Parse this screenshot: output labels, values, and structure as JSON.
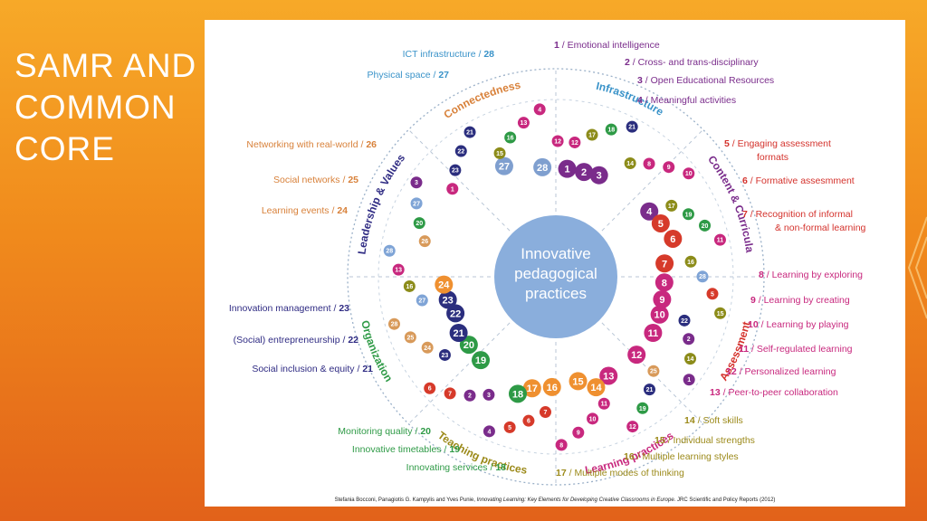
{
  "slide": {
    "title_lines": [
      "SAMR AND",
      "COMMON",
      "CORE"
    ]
  },
  "center": {
    "lines": [
      "Innovative",
      "pedagogical",
      "practices"
    ]
  },
  "colors": {
    "infrastructure": "#3a93c9",
    "content": "#7a2c8b",
    "assessment": "#d4322c",
    "learning": "#c8287e",
    "teaching": "#9c8a1a",
    "organization": "#2e9a46",
    "leadership": "#2f2b83",
    "connectedness": "#d8813a",
    "hub": "#8aaedc",
    "marker_orange": "#ef9030",
    "marker_purple": "#7a2c8b",
    "marker_magenta": "#c8287e",
    "marker_red": "#d63a2a",
    "marker_navy": "#2b2e7e",
    "marker_olive": "#8c8c1a",
    "marker_green": "#2e9a46",
    "marker_teal": "#1fa89a",
    "marker_blue": "#7f9fcf",
    "marker_light_blue": "#7fa4d6",
    "marker_tan": "#d89a5a"
  },
  "sectors": [
    {
      "name": "Infrastructure",
      "color_key": "infrastructure",
      "items": [
        {
          "n": "28",
          "label": "ICT infrastructure / "
        },
        {
          "n": "27",
          "label": "Physical space / "
        }
      ]
    },
    {
      "name": "Content & Curricula",
      "color_key": "content",
      "items": [
        {
          "n": "1",
          "label": " / Emotional intelligence"
        },
        {
          "n": "2",
          "label": " / Cross- and trans-disciplinary"
        },
        {
          "n": "3",
          "label": " / Open Educational Resources"
        },
        {
          "n": "4",
          "label": " / Meaningful activities"
        }
      ]
    },
    {
      "name": "Assessment",
      "color_key": "assessment",
      "items": [
        {
          "n": "5",
          "label": " / Engaging assessment",
          "label2": "formats"
        },
        {
          "n": "6",
          "label": " / Formative assesmment"
        },
        {
          "n": "7",
          "label": " / Recognition of informal",
          "label2": "& non-formal learning"
        }
      ]
    },
    {
      "name": "Learning practices",
      "color_key": "learning",
      "items": [
        {
          "n": "8",
          "label": " / Learning by exploring"
        },
        {
          "n": "9",
          "label": " / Learning by creating"
        },
        {
          "n": "10",
          "label": " / Learning by playing"
        },
        {
          "n": "11",
          "label": " / Self-regulated learning"
        },
        {
          "n": "12",
          "label": " / Personalized learning"
        },
        {
          "n": "13",
          "label": " / Peer-to-peer collaboration"
        }
      ]
    },
    {
      "name": "Teaching practices",
      "color_key": "teaching",
      "items": [
        {
          "n": "14",
          "label": " / Soft skills"
        },
        {
          "n": "15",
          "label": " / Individual strengths"
        },
        {
          "n": "16",
          "label": " / Multiple learning styles"
        },
        {
          "n": "17",
          "label": " / Multiple modes of thinking"
        }
      ]
    },
    {
      "name": "Organization",
      "color_key": "organization",
      "items": [
        {
          "n": "20",
          "label": "Monitoring quality / "
        },
        {
          "n": "19",
          "label": "Innovative timetables / "
        },
        {
          "n": "18",
          "label": "Innovating services / "
        }
      ]
    },
    {
      "name": "Leadership & Values",
      "color_key": "leadership",
      "items": [
        {
          "n": "23",
          "label": "Innovation management / "
        },
        {
          "n": "22",
          "label": "(Social) entrepreneurship / "
        },
        {
          "n": "21",
          "label": "Social inclusion & equity / "
        }
      ]
    },
    {
      "name": "Connectedness",
      "color_key": "connectedness",
      "items": [
        {
          "n": "26",
          "label": "Networking with real-world / "
        },
        {
          "n": "25",
          "label": "Social networks / "
        },
        {
          "n": "24",
          "label": "Learning events / "
        }
      ]
    }
  ],
  "markers": {
    "inner": [
      {
        "n": "27",
        "c": "marker_blue"
      },
      {
        "n": "28",
        "c": "marker_blue"
      },
      {
        "n": "1",
        "c": "marker_purple"
      },
      {
        "n": "2",
        "c": "marker_purple"
      },
      {
        "n": "3",
        "c": "marker_purple"
      },
      {
        "n": "4",
        "c": "marker_purple"
      },
      {
        "n": "5",
        "c": "marker_red"
      },
      {
        "n": "6",
        "c": "marker_red"
      },
      {
        "n": "7",
        "c": "marker_red"
      },
      {
        "n": "8",
        "c": "marker_magenta"
      },
      {
        "n": "9",
        "c": "marker_magenta"
      },
      {
        "n": "10",
        "c": "marker_magenta"
      },
      {
        "n": "11",
        "c": "marker_magenta"
      },
      {
        "n": "12",
        "c": "marker_magenta"
      },
      {
        "n": "13",
        "c": "marker_magenta"
      },
      {
        "n": "14",
        "c": "marker_orange"
      },
      {
        "n": "15",
        "c": "marker_orange"
      },
      {
        "n": "16",
        "c": "marker_orange"
      },
      {
        "n": "17",
        "c": "marker_orange"
      },
      {
        "n": "18",
        "c": "marker_green"
      },
      {
        "n": "19",
        "c": "marker_green"
      },
      {
        "n": "20",
        "c": "marker_green"
      },
      {
        "n": "21",
        "c": "marker_navy"
      },
      {
        "n": "22",
        "c": "marker_navy"
      },
      {
        "n": "23",
        "c": "marker_navy"
      },
      {
        "n": "24",
        "c": "marker_orange"
      },
      {
        "n": "25",
        "c": "marker_orange"
      },
      {
        "n": "26",
        "c": "marker_orange"
      }
    ],
    "outer": [
      {
        "n": "12",
        "c": "marker_magenta"
      },
      {
        "n": "17",
        "c": "marker_olive"
      },
      {
        "n": "18",
        "c": "marker_green"
      },
      {
        "n": "21",
        "c": "marker_navy"
      },
      {
        "n": "14",
        "c": "marker_olive"
      },
      {
        "n": "8",
        "c": "marker_magenta"
      },
      {
        "n": "9",
        "c": "marker_magenta"
      },
      {
        "n": "10",
        "c": "marker_magenta"
      },
      {
        "n": "17",
        "c": "marker_olive"
      },
      {
        "n": "19",
        "c": "marker_green"
      },
      {
        "n": "20",
        "c": "marker_green"
      },
      {
        "n": "11",
        "c": "marker_magenta"
      },
      {
        "n": "16",
        "c": "marker_olive"
      },
      {
        "n": "28",
        "c": "marker_light_blue"
      },
      {
        "n": "5",
        "c": "marker_red"
      },
      {
        "n": "15",
        "c": "marker_olive"
      },
      {
        "n": "22",
        "c": "marker_navy"
      },
      {
        "n": "2",
        "c": "marker_purple"
      },
      {
        "n": "14",
        "c": "marker_olive"
      },
      {
        "n": "1",
        "c": "marker_purple"
      },
      {
        "n": "25",
        "c": "marker_tan"
      },
      {
        "n": "21",
        "c": "marker_navy"
      },
      {
        "n": "19",
        "c": "marker_green"
      },
      {
        "n": "12",
        "c": "marker_magenta"
      },
      {
        "n": "11",
        "c": "marker_magenta"
      },
      {
        "n": "10",
        "c": "marker_magenta"
      },
      {
        "n": "9",
        "c": "marker_magenta"
      },
      {
        "n": "8",
        "c": "marker_magenta"
      },
      {
        "n": "7",
        "c": "marker_red"
      },
      {
        "n": "6",
        "c": "marker_red"
      },
      {
        "n": "5",
        "c": "marker_red"
      },
      {
        "n": "4",
        "c": "marker_purple"
      },
      {
        "n": "3",
        "c": "marker_purple"
      },
      {
        "n": "2",
        "c": "marker_purple"
      },
      {
        "n": "7",
        "c": "marker_red"
      },
      {
        "n": "6",
        "c": "marker_red"
      },
      {
        "n": "23",
        "c": "marker_navy"
      },
      {
        "n": "24",
        "c": "marker_tan"
      },
      {
        "n": "25",
        "c": "marker_tan"
      },
      {
        "n": "28",
        "c": "marker_tan"
      },
      {
        "n": "27",
        "c": "marker_light_blue"
      },
      {
        "n": "16",
        "c": "marker_olive"
      },
      {
        "n": "13",
        "c": "marker_magenta"
      },
      {
        "n": "28",
        "c": "marker_light_blue"
      },
      {
        "n": "26",
        "c": "marker_tan"
      },
      {
        "n": "20",
        "c": "marker_green"
      },
      {
        "n": "27",
        "c": "marker_light_blue"
      },
      {
        "n": "3",
        "c": "marker_purple"
      },
      {
        "n": "1",
        "c": "marker_magenta"
      },
      {
        "n": "23",
        "c": "marker_navy"
      },
      {
        "n": "22",
        "c": "marker_navy"
      },
      {
        "n": "21",
        "c": "marker_navy"
      },
      {
        "n": "15",
        "c": "marker_olive"
      },
      {
        "n": "16",
        "c": "marker_green"
      },
      {
        "n": "13",
        "c": "marker_magenta"
      },
      {
        "n": "4",
        "c": "marker_magenta"
      },
      {
        "n": "12",
        "c": "marker_magenta"
      }
    ]
  },
  "citation": {
    "authors": "Stefania Bocconi, Panagiotis G. Kampylis and Yves Punie,",
    "title": "Innovating Learning: Key Elements for Developing Creative Classrooms in Europe.",
    "source": "JRC Scientific and Policy Reports (2012)"
  }
}
